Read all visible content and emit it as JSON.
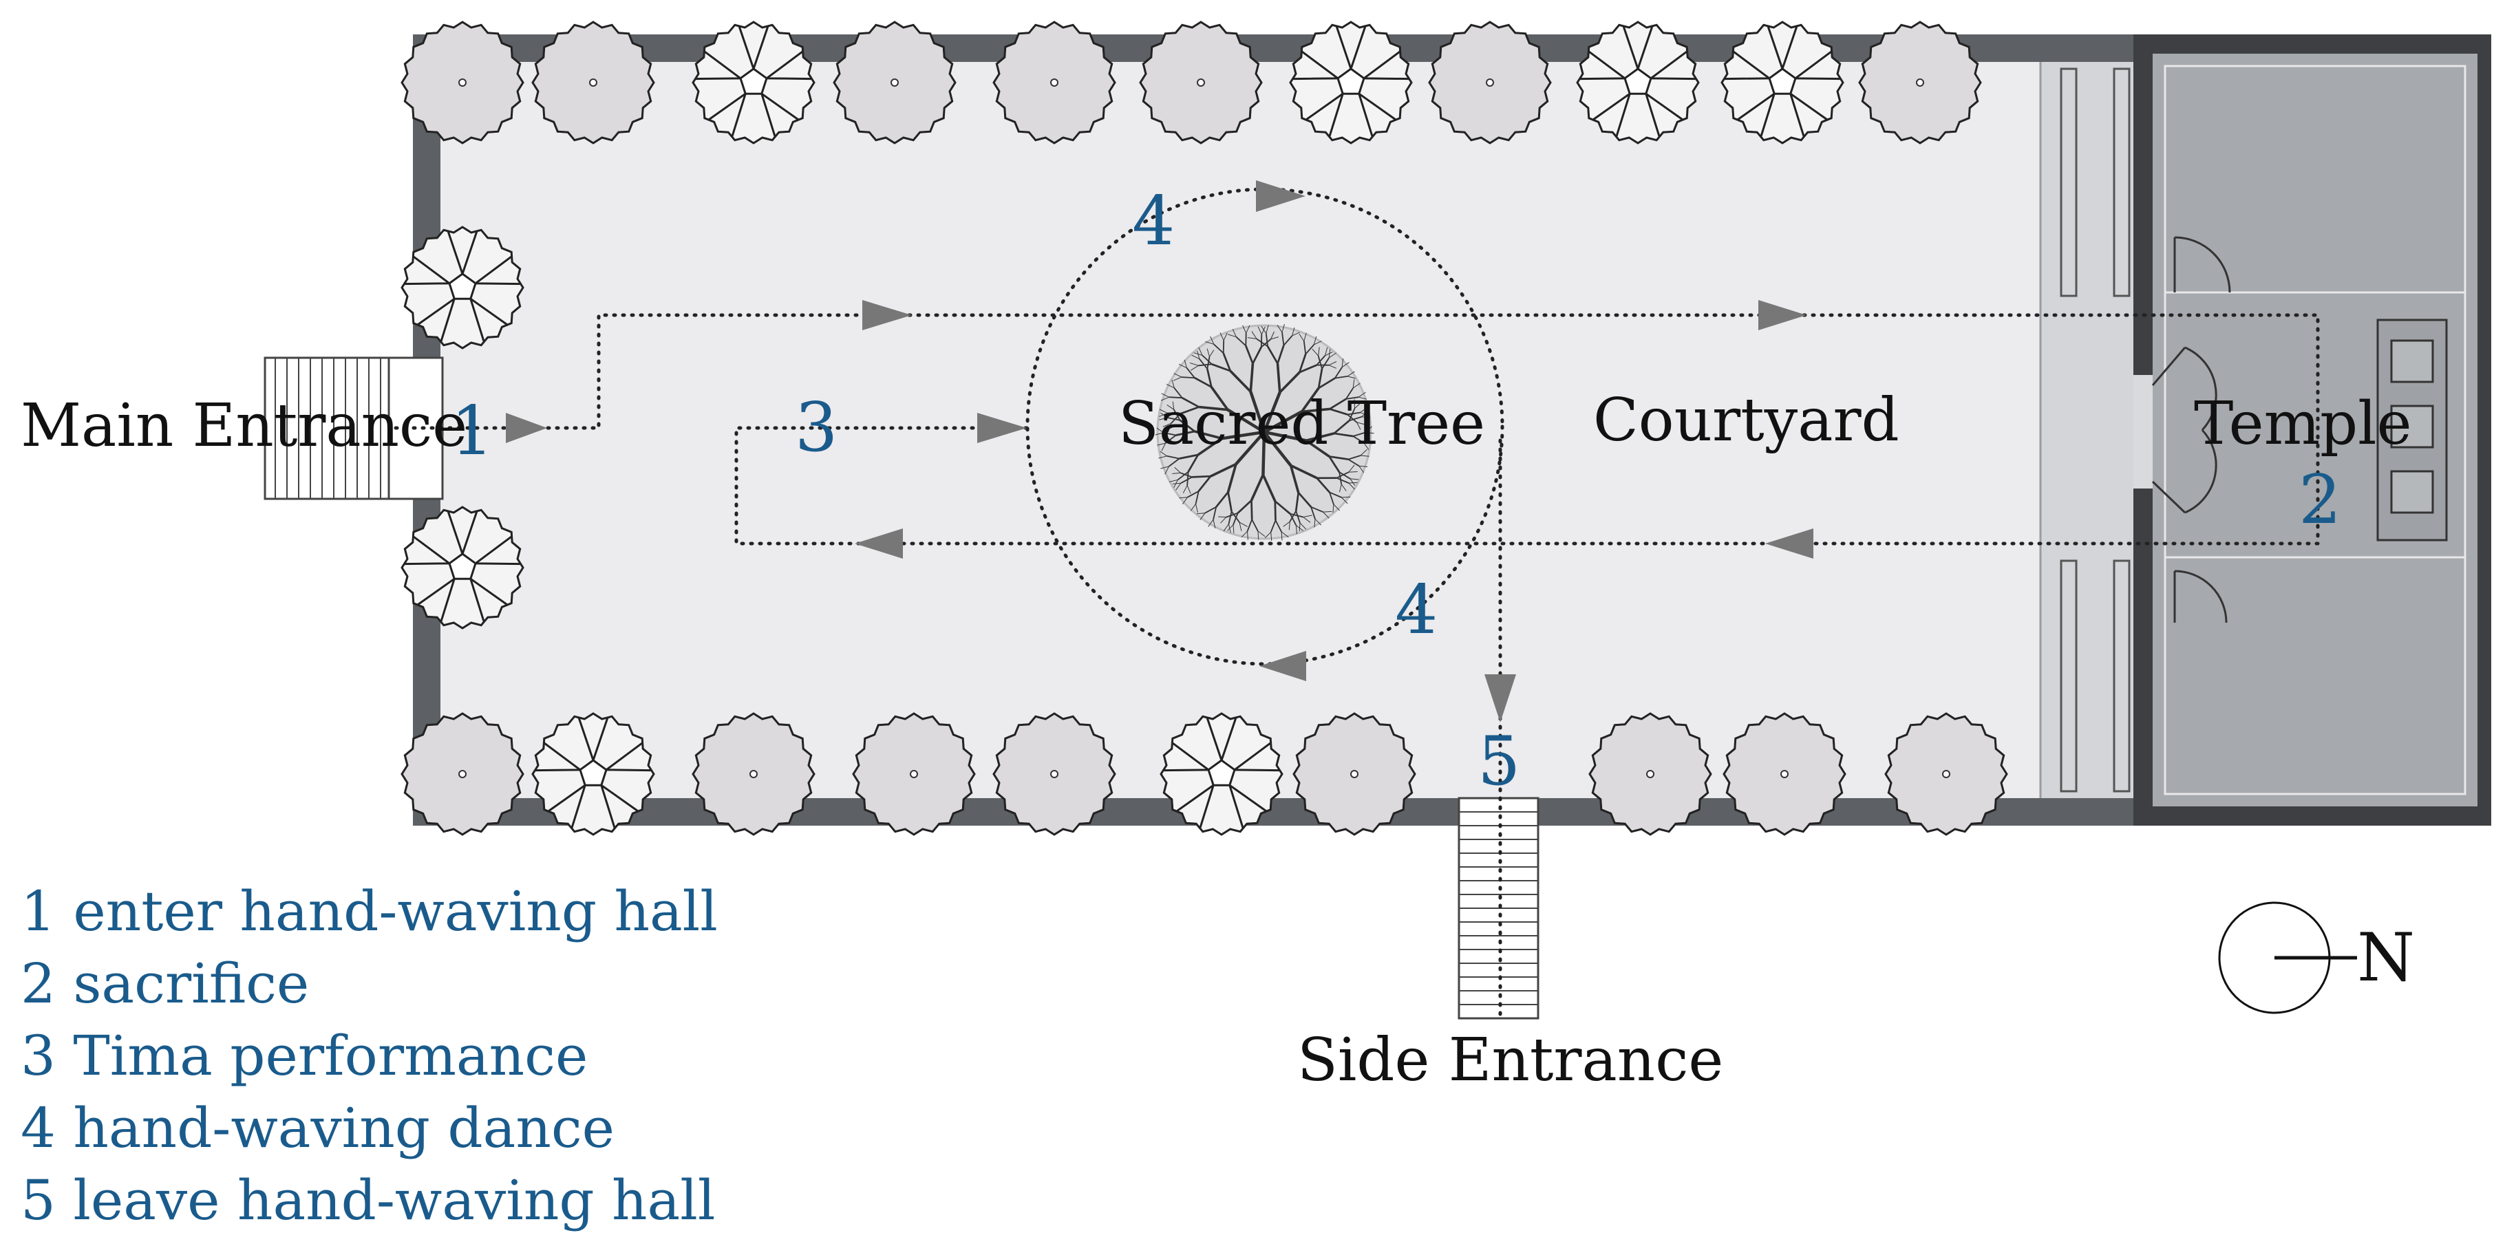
{
  "labels": {
    "main_entrance": "Main Entrance",
    "side_entrance": "Side Entrance",
    "sacred_tree": "Sacred Tree",
    "courtyard": "Courtyard",
    "temple": "Temple",
    "north": "N"
  },
  "route_markers": {
    "m1": "1",
    "m2": "2",
    "m3": "3",
    "m4a": "4",
    "m4b": "4",
    "m5": "5"
  },
  "legend": [
    "1 enter hand-waving hall",
    "2 sacrifice",
    "3 Tima performance",
    "4 hand-waving dance",
    "5 leave hand-waving hall"
  ],
  "colors": {
    "wall": "#5d6064",
    "courtyard_floor": "#ecebed",
    "temple_floor": "#a6a9ad",
    "corridor_floor": "#d3d5d8",
    "tree_fill": "#dcdadc",
    "route_blue": "#1a5b8c",
    "arrow_gray": "#777777"
  },
  "icons": {
    "tree_canopy": "tree-canopy-icon",
    "tree_trunk": "tree-trunk-icon",
    "stairs": "stairs-icon",
    "door": "door-swing-icon",
    "altar": "altar-icon",
    "compass": "compass-icon"
  }
}
